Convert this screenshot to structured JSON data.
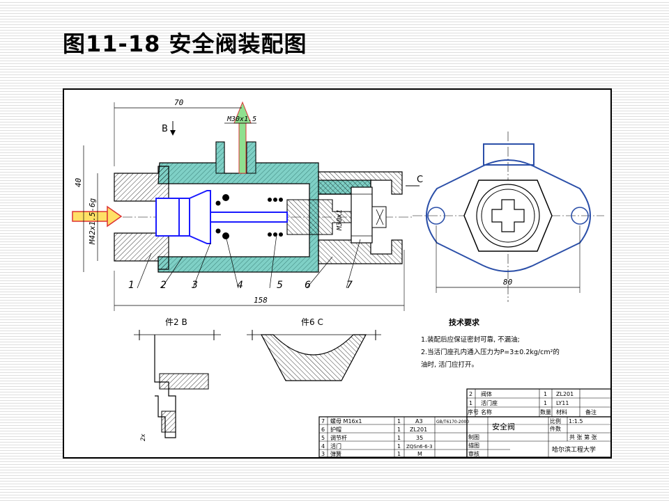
{
  "title": "图11-18 安全阀装配图",
  "drawing": {
    "dims": {
      "length_top": "70",
      "thread_top": "M30x1.5",
      "height_left": "40",
      "thread_left": "M42x1.5-6g",
      "thread_right": "M30x1",
      "length_bottom": "158",
      "side_width": "80",
      "small_dim": "2x"
    },
    "view_labels": {
      "b": "B",
      "c": "C",
      "part2": "件2 B",
      "part6": "件6 C"
    },
    "balloons": [
      "1",
      "2",
      "3",
      "4",
      "5",
      "6",
      "7"
    ],
    "tech": {
      "heading": "技术要求",
      "lines": [
        "1.装配后应保证密封可靠, 不漏油;",
        "2.当活门座孔内通入压力为P=3±0.2kg/cm²的",
        "油时, 活门应打开。"
      ]
    },
    "bom_top": [
      [
        "2",
        "阀体",
        "1",
        "ZL201",
        ""
      ],
      [
        "1",
        "活门座",
        "1",
        "LY11",
        ""
      ],
      [
        "序号",
        "名称",
        "数量",
        "材料",
        "备注"
      ]
    ],
    "bom_left": [
      [
        "7",
        "螺母 M16x1",
        "1",
        "A3",
        "GB/T6170-2000"
      ],
      [
        "6",
        "护帽",
        "1",
        "ZL201",
        ""
      ],
      [
        "5",
        "调节杆",
        "1",
        "35",
        ""
      ],
      [
        "4",
        "活门",
        "1",
        "ZQSn6-6-3",
        ""
      ],
      [
        "3",
        "弹簧",
        "1",
        "M",
        ""
      ]
    ],
    "title_block": {
      "name": "安全阀",
      "scale_label": "比例",
      "scale": "1:1.5",
      "weight_label": "件数",
      "drawn_label": "制图",
      "design_label": "描图",
      "checked_label": "审核",
      "sheet_label": "共 张 第 张",
      "school": "哈尔滨工程大学"
    }
  }
}
